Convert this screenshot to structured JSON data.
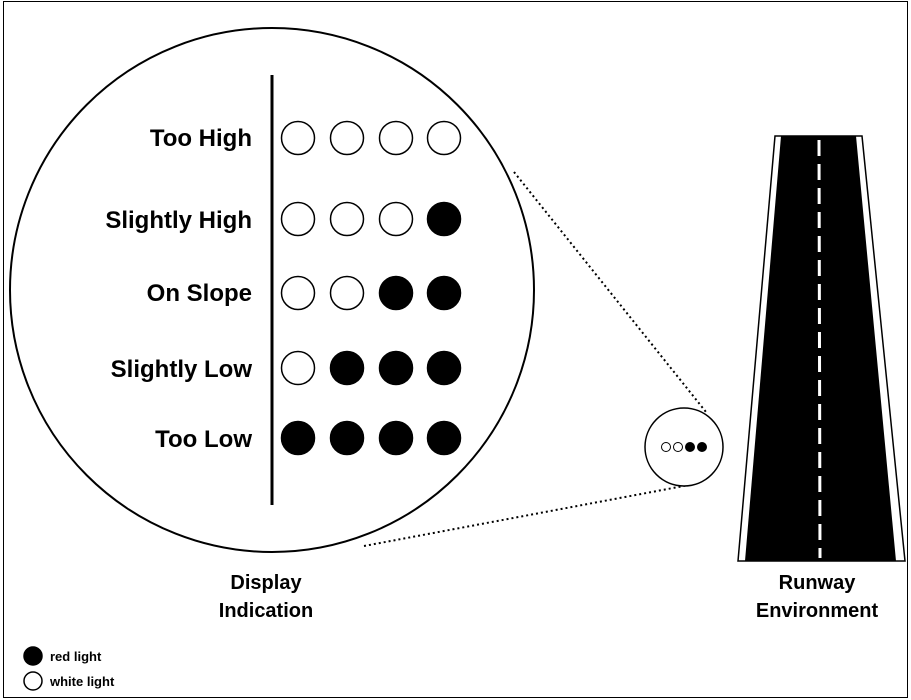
{
  "diagram": {
    "rows": [
      {
        "label": "Too High",
        "lights": [
          "white",
          "white",
          "white",
          "white"
        ]
      },
      {
        "label": "Slightly High",
        "lights": [
          "white",
          "white",
          "white",
          "red"
        ]
      },
      {
        "label": "On Slope",
        "lights": [
          "white",
          "white",
          "red",
          "red"
        ]
      },
      {
        "label": "Slightly Low",
        "lights": [
          "white",
          "red",
          "red",
          "red"
        ]
      },
      {
        "label": "Too Low",
        "lights": [
          "red",
          "red",
          "red",
          "red"
        ]
      }
    ],
    "small_indicator_lights": [
      "white",
      "white",
      "red",
      "red"
    ],
    "display_caption": [
      "Display",
      "Indication"
    ],
    "runway_caption": [
      "Runway",
      "Environment"
    ]
  },
  "legend": [
    {
      "light": "red",
      "label": "red light"
    },
    {
      "light": "white",
      "label": "white light"
    }
  ],
  "colors": {
    "red": "#000000",
    "white": "#ffffff",
    "line": "#000000",
    "runway": "#000000"
  }
}
